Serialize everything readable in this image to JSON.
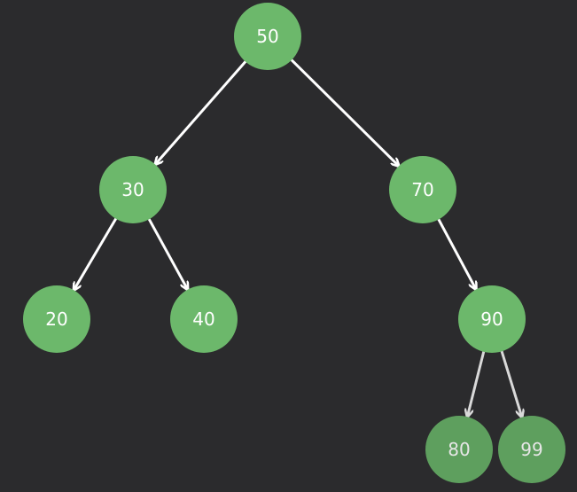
{
  "tree": {
    "nodes": [
      {
        "id": "n50",
        "value": "50"
      },
      {
        "id": "n30",
        "value": "30"
      },
      {
        "id": "n70",
        "value": "70"
      },
      {
        "id": "n20",
        "value": "20"
      },
      {
        "id": "n40",
        "value": "40"
      },
      {
        "id": "n90",
        "value": "90"
      },
      {
        "id": "n80",
        "value": "80"
      },
      {
        "id": "n99",
        "value": "99"
      }
    ],
    "edges": [
      {
        "from": "n50",
        "to": "n30"
      },
      {
        "from": "n50",
        "to": "n70"
      },
      {
        "from": "n30",
        "to": "n20"
      },
      {
        "from": "n30",
        "to": "n40"
      },
      {
        "from": "n70",
        "to": "n90"
      },
      {
        "from": "n90",
        "to": "n80"
      },
      {
        "from": "n90",
        "to": "n99"
      }
    ]
  },
  "colors": {
    "background": "#2b2b2d",
    "node_fill": "#6cb86b",
    "node_fill_dim": "#5e9f5e",
    "edge": "#ffffff",
    "edge_dim": "#d9d9d9",
    "label": "#ffffff"
  }
}
